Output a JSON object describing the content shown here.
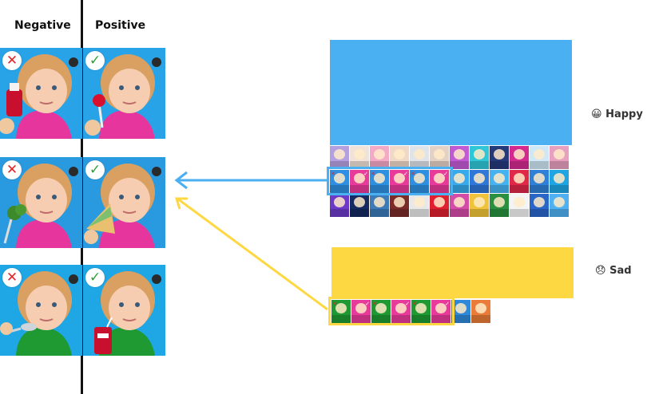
{
  "headers": {
    "negative": "Negative",
    "positive": "Positive"
  },
  "rows": [
    {
      "negative": {
        "mark": "✕",
        "icon": "cross-icon",
        "bg": "#29a3e8",
        "shirt": "#e6359c",
        "object": "red-bottle"
      },
      "positive": {
        "mark": "✓",
        "icon": "check-icon",
        "bg": "#29a3e8",
        "shirt": "#e6359c",
        "object": "lollipop"
      }
    },
    {
      "negative": {
        "mark": "✕",
        "icon": "cross-icon",
        "bg": "#2a9ae0",
        "shirt": "#e6359c",
        "object": "broccoli-fork"
      },
      "positive": {
        "mark": "✓",
        "icon": "check-icon",
        "bg": "#2a9ae0",
        "shirt": "#e6359c",
        "object": "cake-slice"
      }
    },
    {
      "negative": {
        "mark": "✕",
        "icon": "cross-icon",
        "bg": "#1fa6e4",
        "shirt": "#1f9a33",
        "object": "spoon"
      },
      "positive": {
        "mark": "✓",
        "icon": "check-icon",
        "bg": "#1fa6e4",
        "shirt": "#1f9a33",
        "object": "soda-can"
      }
    }
  ],
  "clusters": [
    {
      "label": "Happy",
      "emoji": "😀",
      "color": "#4bb0f2",
      "highlight": "#4bb0f2"
    },
    {
      "label": "Sad",
      "emoji": "😞",
      "color": "#fdd843",
      "highlight": "#fdd843"
    }
  ],
  "happy_strip_rows": [
    [
      "#b4a0e0",
      "#f0e2d8",
      "#f4a9c7",
      "#efd8c8",
      "#dfe3ea",
      "#e4d1c6",
      "#c25bd3",
      "#2fc6d8",
      "#243a7a",
      "#d22a8f",
      "#cfe7f6",
      "#e7a0c0"
    ],
    [
      "#2f8fe0",
      "#e83a9a",
      "#2f8fe0",
      "#e83a9a",
      "#2f8fe0",
      "#e83a9a",
      "#38a9ea",
      "#2f77d8",
      "#46b2f0",
      "#e02848",
      "#2f80d6",
      "#1ea5e2"
    ],
    [
      "#6d3ac8",
      "#162a62",
      "#3c7ab8",
      "#7a2c2a",
      "#e8e8e8",
      "#e02030",
      "#d34da8",
      "#f0c43a",
      "#2a9040",
      "#f4f4f4",
      "#2a66c8",
      "#4fb0f2"
    ]
  ],
  "sad_strip": [
    "#1f9a33",
    "#e83a9a",
    "#1f9a33",
    "#e83a9a",
    "#1f9a33",
    "#e83a9a",
    "#2f88d8",
    "#e87c38"
  ]
}
